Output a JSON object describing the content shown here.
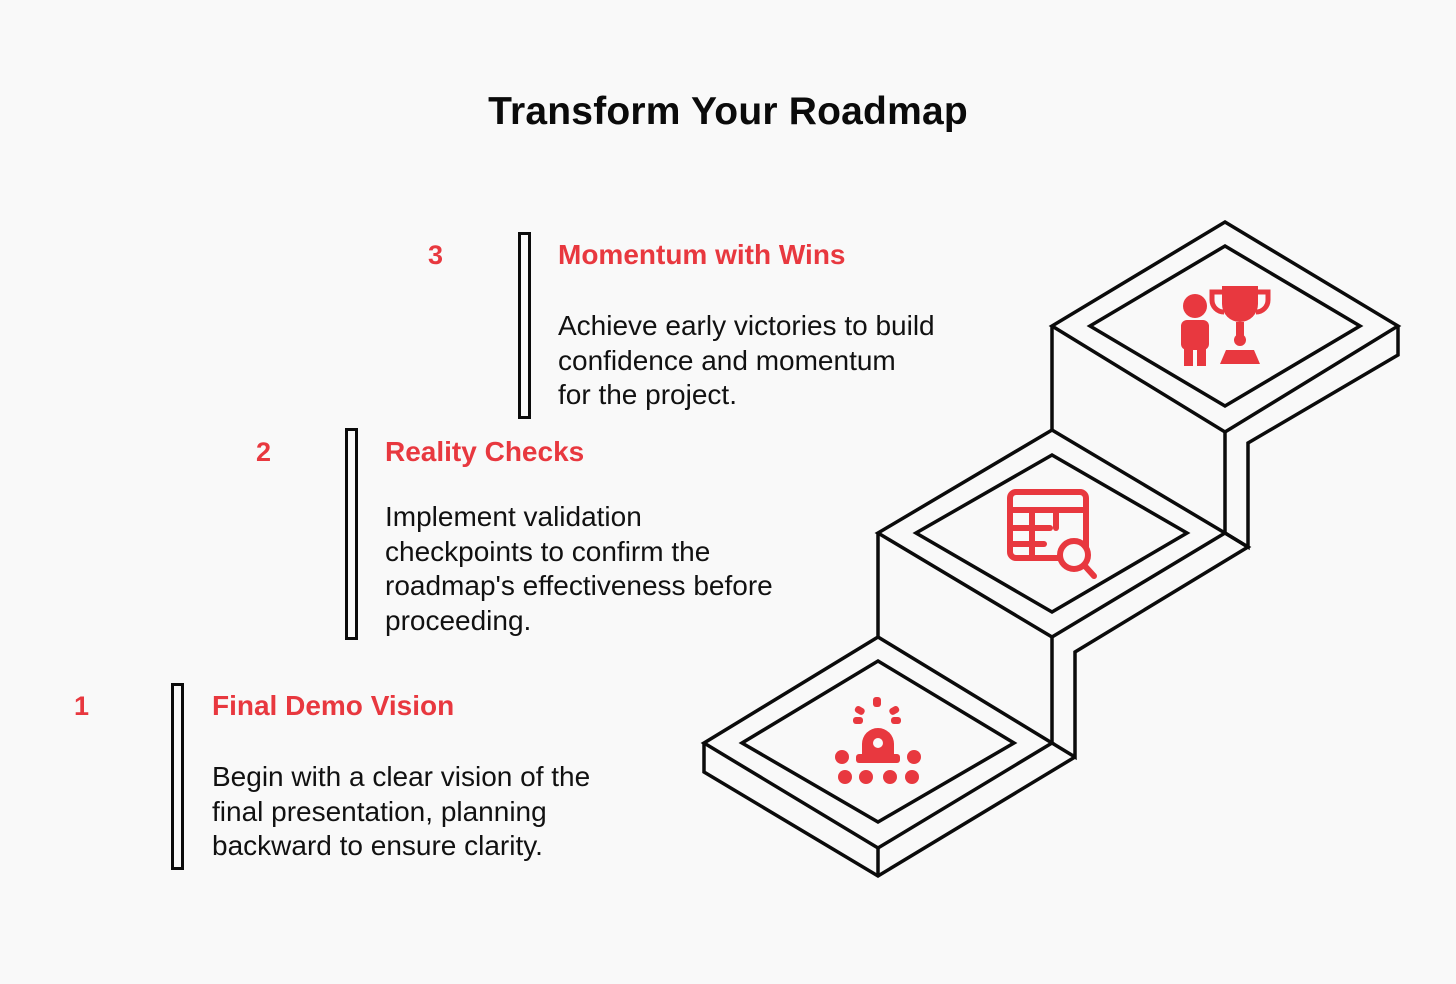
{
  "title": "Transform Your Roadmap",
  "steps": [
    {
      "number": "3",
      "heading": "Momentum with Wins",
      "lines": [
        "Achieve early victories to build",
        "confidence and momentum",
        "for the project."
      ],
      "icon": "trophy-person-icon"
    },
    {
      "number": "2",
      "heading": "Reality Checks",
      "lines": [
        "Implement validation",
        "checkpoints to confirm the",
        "roadmap's effectiveness before",
        "proceeding."
      ],
      "icon": "table-search-icon"
    },
    {
      "number": "1",
      "heading": "Final Demo Vision",
      "lines": [
        "Begin with a clear vision of the",
        "final presentation, planning",
        "backward to ensure clarity."
      ],
      "icon": "alarm-audience-icon"
    }
  ],
  "colors": {
    "accent": "#e8383f",
    "ink": "#0b0b0b",
    "background": "#f9f9f9"
  }
}
